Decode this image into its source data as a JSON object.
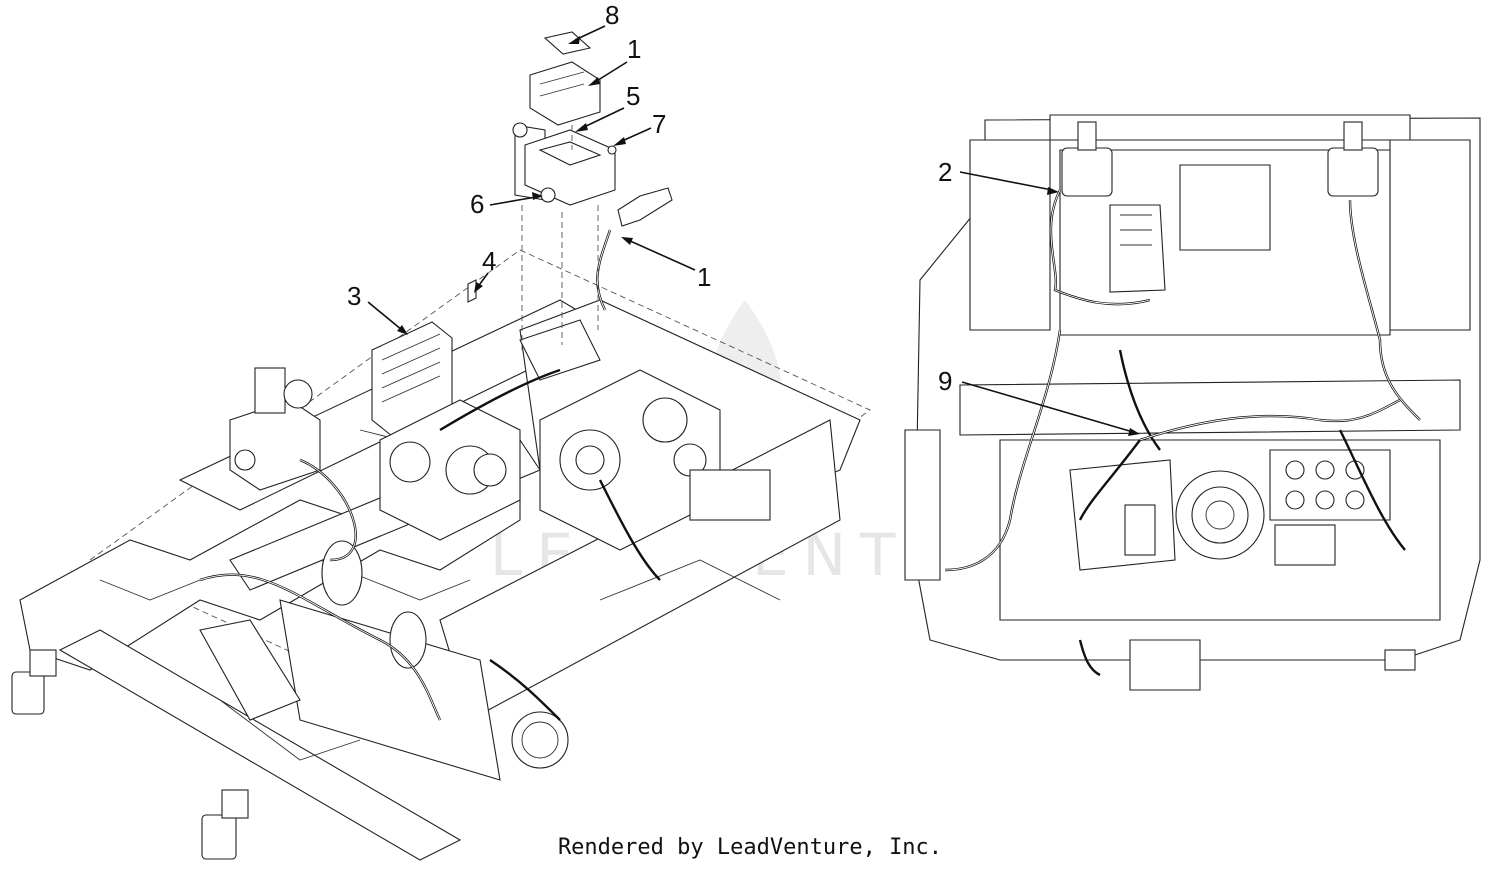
{
  "diagram": {
    "callouts": [
      {
        "id": "c8",
        "label": "8"
      },
      {
        "id": "c1a",
        "label": "1"
      },
      {
        "id": "c5",
        "label": "5"
      },
      {
        "id": "c7",
        "label": "7"
      },
      {
        "id": "c6",
        "label": "6"
      },
      {
        "id": "c1b",
        "label": "1"
      },
      {
        "id": "c4",
        "label": "4"
      },
      {
        "id": "c3",
        "label": "3"
      },
      {
        "id": "c2",
        "label": "2"
      },
      {
        "id": "c9",
        "label": "9"
      }
    ],
    "watermark": "LEADVENTURE",
    "footer": "Rendered by LeadVenture, Inc."
  }
}
